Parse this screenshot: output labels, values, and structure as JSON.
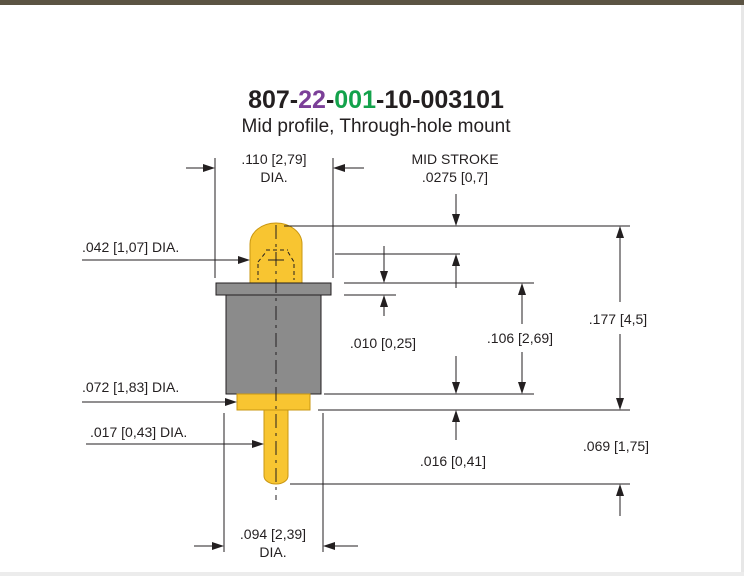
{
  "title": {
    "part_prefix": "807-",
    "part_series": "22",
    "part_dash1": "-",
    "part_body": "001",
    "part_suffix": "-10-003101",
    "subtitle": "Mid profile, Through-hole mount"
  },
  "colors": {
    "series": "#7b3f98",
    "body_code": "#13a24b",
    "gold": "#f8c531",
    "gold_dark": "#c99712",
    "barrel": "#8b8b8b",
    "text": "#231f20"
  },
  "labels": {
    "top_dia_1": ".110 [2,79]",
    "top_dia_2": "DIA.",
    "mid_stroke_1": "MID STROKE",
    "mid_stroke_2": ".0275 [0,7]",
    "plunger_dia": ".042 [1,07] DIA.",
    "flange_thk": ".010 [0,25]",
    "body_len": ".106 [2,69]",
    "overall": ".177 [4,5]",
    "body_dia": ".072 [1,83] DIA.",
    "tail_dia": ".017 [0,43] DIA.",
    "collar": ".016 [0,41]",
    "tail_len": ".069 [1,75]",
    "bottom_dia_1": ".094 [2,39]",
    "bottom_dia_2": "DIA."
  }
}
